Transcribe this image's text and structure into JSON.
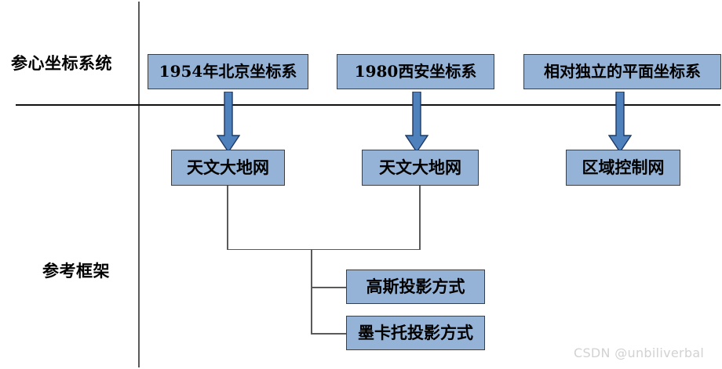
{
  "diagram": {
    "title_hidden": "",
    "categories": [
      {
        "id": "geocentric",
        "label": "参心坐标系统"
      },
      {
        "id": "reference-frame",
        "label": "参考框架"
      }
    ],
    "row_coordinate_systems": [
      {
        "id": "beijing-1954",
        "label": "1954年北京坐标系"
      },
      {
        "id": "xian-1980",
        "label": "1980西安坐标系"
      },
      {
        "id": "independent-plane",
        "label": "相对独立的平面坐标系"
      }
    ],
    "row_networks": [
      {
        "id": "astro-geodetic-net-1",
        "label": "天文大地网"
      },
      {
        "id": "astro-geodetic-net-2",
        "label": "天文大地网"
      },
      {
        "id": "regional-control-net",
        "label": "区域控制网"
      }
    ],
    "row_projections": [
      {
        "id": "gauss-projection",
        "label": "高斯投影方式"
      },
      {
        "id": "mercator-projection",
        "label": "墨卡托投影方式"
      }
    ],
    "arrows": [
      {
        "id": "arrow-beijing-to-net",
        "direction": "down"
      },
      {
        "id": "arrow-xian-to-net",
        "direction": "down"
      },
      {
        "id": "arrow-independent-to-net",
        "direction": "down"
      }
    ],
    "colors": {
      "node_fill": "#95B3D7",
      "node_border": "#3F3F3F",
      "arrow_fill": "#4F81BD",
      "arrow_border": "#1F3864",
      "connector": "#5A5A5A",
      "rule": "#111111",
      "watermark": "#D2D2D2"
    }
  },
  "watermark": {
    "text": "CSDN @unbiliverbal"
  }
}
